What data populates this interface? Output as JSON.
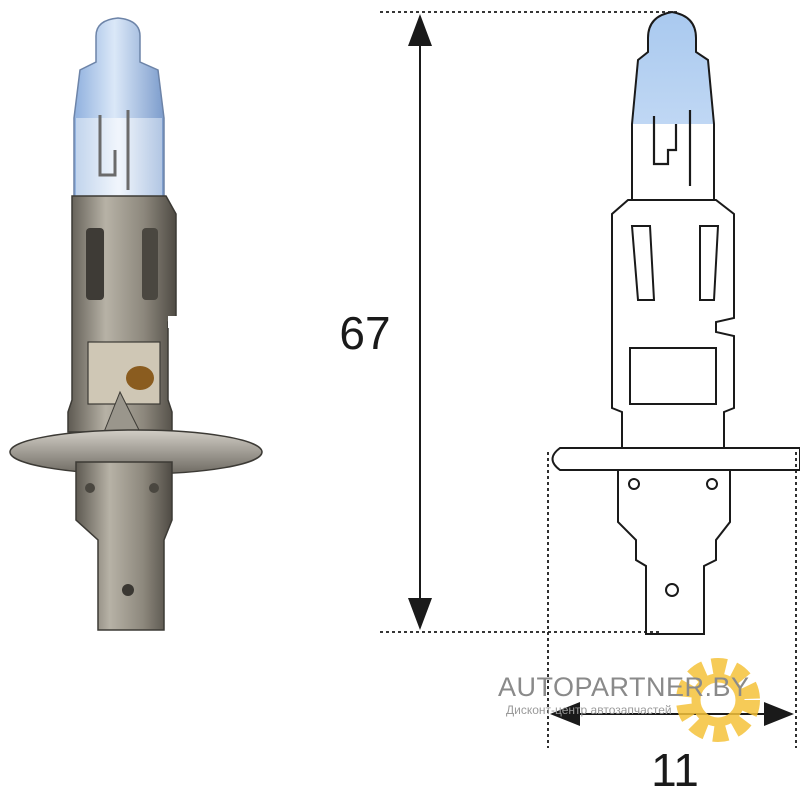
{
  "dimensions": {
    "height": "67",
    "width": "11"
  },
  "watermark": {
    "brand": "AUTOPARTNER.BY",
    "tagline": "Дисконт-центр автозапчастей"
  },
  "colors": {
    "line": "#1a1a1a",
    "bulb_glass_blue": "#b9d3f2",
    "bulb_glass_light": "#eef4fb",
    "metal_base": "#8e8a80",
    "gear_watermark": "#f5c23a"
  },
  "icons": [
    "gear-icon",
    "arrow-up-icon",
    "arrow-down-icon",
    "arrow-left-icon",
    "arrow-right-icon"
  ]
}
